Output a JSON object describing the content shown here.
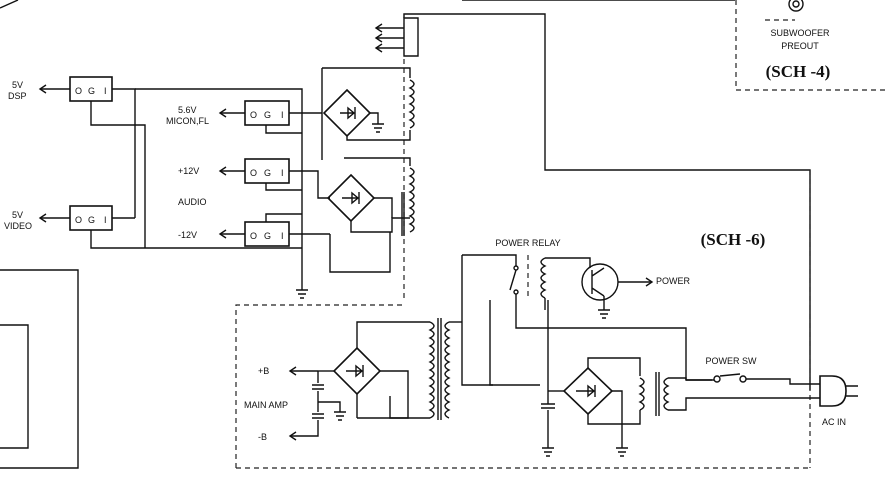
{
  "sections": {
    "sch4": "(SCH -4)",
    "sch6": "(SCH -6)"
  },
  "labels": {
    "subwoofer_line1": "SUBWOOFER",
    "subwoofer_line2": "PREOUT",
    "v5_dsp_1": "5V",
    "v5_dsp_2": "DSP",
    "v5_video_1": "5V",
    "v5_video_2": "VIDEO",
    "micon_1": "5.6V",
    "micon_2": "MICON,FL",
    "plus12": "+12V",
    "audio": "AUDIO",
    "minus12": "-12V",
    "power_relay": "POWER RELAY",
    "power": "POWER",
    "plus_b": "+B",
    "main_amp": "MAIN AMP",
    "minus_b": "-B",
    "power_sw": "POWER SW",
    "ac_in": "AC IN"
  },
  "regulator_pins": {
    "o": "O",
    "g": "G",
    "i": "I"
  }
}
